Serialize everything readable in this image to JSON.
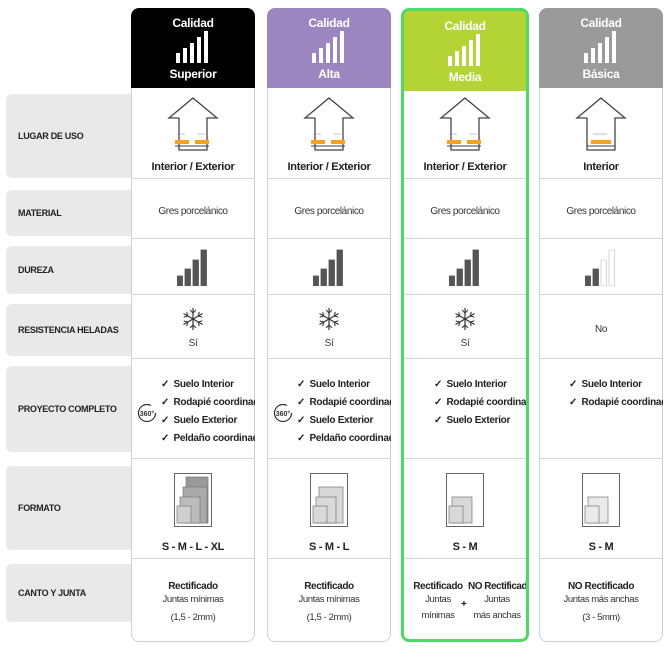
{
  "rows": {
    "lugar": "LUGAR DE USO",
    "material": "MATERIAL",
    "dureza": "DUREZA",
    "heladas": "RESISTENCIA HELADAS",
    "proyecto": "PROYECTO COMPLETO",
    "formato": "FORMATO",
    "canto": "CANTO Y JUNTA"
  },
  "columns": [
    {
      "quality_label": "Calidad",
      "level": "Superior",
      "header_color": "#000000",
      "lugar": "Interior / Exterior",
      "material": "Gres porcelánico",
      "dureza_level": 4,
      "heladas": "Sí",
      "proyecto": [
        "Suelo Interior",
        "Rodapié coordinado",
        "Suelo Exterior",
        "Peldaño coordinado"
      ],
      "formato": "S - M - L - XL",
      "canto_title": "Rectificado",
      "canto_sub": "Juntas mínimas",
      "canto_range": "(1,5 - 2mm)"
    },
    {
      "quality_label": "Calidad",
      "level": "Alta",
      "header_color": "#9b86c0",
      "lugar": "Interior / Exterior",
      "material": "Gres porcelánico",
      "dureza_level": 4,
      "heladas": "Sí",
      "proyecto": [
        "Suelo Interior",
        "Rodapié coordinado",
        "Suelo Exterior",
        "Peldaño coordinado"
      ],
      "formato": "S - M - L",
      "canto_title": "Rectificado",
      "canto_sub": "Juntas mínimas",
      "canto_range": "(1,5 - 2mm)"
    },
    {
      "quality_label": "Calidad",
      "level": "Media",
      "header_color": "#b4d335",
      "lugar": "Interior / Exterior",
      "material": "Gres porcelánico",
      "dureza_level": 4,
      "heladas": "Sí",
      "proyecto": [
        "Suelo Interior",
        "Rodapié coordinado",
        "Suelo Exterior"
      ],
      "formato": "S - M",
      "canto_left_title": "Rectificado",
      "canto_left_l1": "Juntas",
      "canto_left_l2": "mínimas",
      "canto_plus": "+",
      "canto_right_title": "NO Rectificado",
      "canto_right_l1": "Juntas",
      "canto_right_l2": "más anchas"
    },
    {
      "quality_label": "Calidad",
      "level": "Básica",
      "header_color": "#9a9a9a",
      "lugar": "Interior",
      "material": "Gres porcelánico",
      "dureza_level": 2,
      "heladas": "No",
      "proyecto": [
        "Suelo Interior",
        "Rodapié coordinado"
      ],
      "formato": "S - M",
      "canto_title": "NO Rectificado",
      "canto_sub": "Juntas más anchas",
      "canto_range": "(3 - 5mm)"
    }
  ],
  "check_glyph": "✓",
  "accent_highlight": "#4cd964",
  "icons": [
    "bars-quality-icon",
    "house-icon",
    "dureza-bars-icon",
    "snowflake-icon",
    "rotate-360-icon",
    "tile-format-icon"
  ]
}
